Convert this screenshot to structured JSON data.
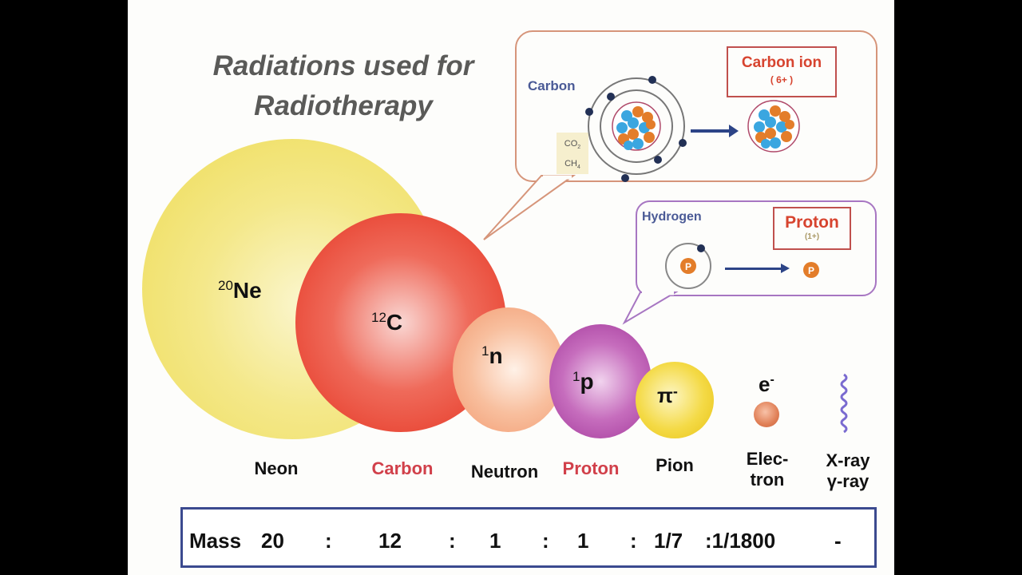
{
  "title": {
    "line1": "Radiations used for",
    "line2": "Radiotherapy"
  },
  "colors": {
    "neon": "#f2e36a",
    "carbon": "#e8382a",
    "neutron": "#f4a77e",
    "proton": "#b24aa8",
    "pion": "#f0d22e",
    "electron": "#d9764e",
    "xray": "#7a6bd0",
    "callout_carbon_border": "#d6957a",
    "callout_proton_border": "#a776c2",
    "mass_border": "#3b4a8f",
    "label_blue": "#4a5a96",
    "label_red": "#d7442f"
  },
  "particles": [
    {
      "symbol": "Ne",
      "mass_number": "20",
      "name": "Neon"
    },
    {
      "symbol": "C",
      "mass_number": "12",
      "name": "Carbon"
    },
    {
      "symbol": "n",
      "mass_number": "1",
      "name": "Neutron"
    },
    {
      "symbol": "p",
      "mass_number": "1",
      "name": "Proton"
    },
    {
      "symbol": "π",
      "superscript": "-",
      "name": "Pion"
    },
    {
      "symbol": "e",
      "superscript": "-",
      "name_line1": "Elec-",
      "name_line2": "tron"
    },
    {
      "name_line1": "X-ray",
      "name_line2": "γ-ray"
    }
  ],
  "carbon_callout": {
    "atom_label": "Carbon",
    "molecules": [
      "CO",
      "CH"
    ],
    "molecule_subscripts": [
      "2",
      "4"
    ],
    "ion_label": "Carbon ion",
    "ion_charge": "( 6+ )"
  },
  "proton_callout": {
    "atom_label": "Hydrogen",
    "ion_label": "Proton",
    "ion_charge": "(1+)",
    "nucleus_letter": "P"
  },
  "mass_row": {
    "label": "Mass",
    "values": [
      "20",
      ":",
      "12",
      ":",
      "1",
      ":",
      "1",
      ":",
      "1/7",
      ":1/1800",
      "-"
    ]
  }
}
